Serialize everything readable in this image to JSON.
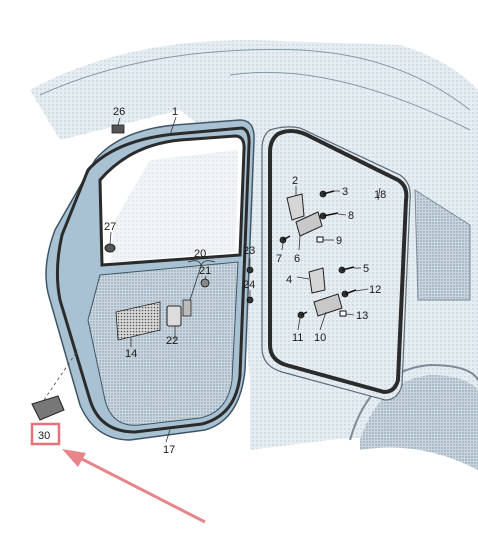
{
  "colors": {
    "body_shade": "#dfe8ee",
    "body_dots": "#b9c9d4",
    "door_blue": "#a9c2d3",
    "door_dark": "#6f8fa5",
    "seal": "#2b2b2b",
    "highlight": "#e5737a",
    "arrow": "#e8858a"
  },
  "labels": {
    "l1": "1",
    "l2": "2",
    "l3": "3",
    "l4": "4",
    "l5": "5",
    "l6": "6",
    "l7": "7",
    "l8": "8",
    "l9": "9",
    "l10": "10",
    "l11": "11",
    "l12": "12",
    "l13": "13",
    "l14": "14",
    "l17": "17",
    "l18": "18",
    "l20": "20",
    "l21": "21",
    "l22": "22",
    "l23": "23",
    "l24": "24",
    "l26": "26",
    "l27": "27",
    "l30": "30"
  },
  "highlighted_label": "30",
  "icons": [
    "pointer-arrow-icon",
    "bolt-icon",
    "clip-icon"
  ]
}
